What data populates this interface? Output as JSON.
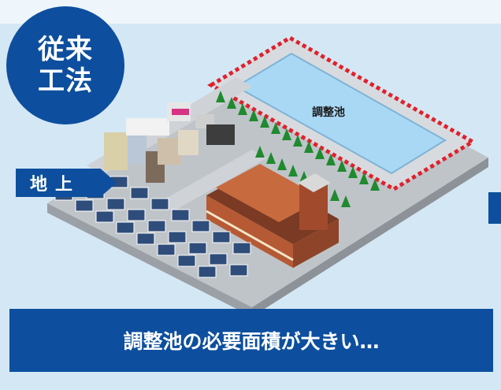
{
  "badge": {
    "line1": "従来",
    "line2": "工法"
  },
  "ground_label": "地上",
  "pond_label": "調整池",
  "banner_text": "調整池の必要面積が大きい…",
  "colors": {
    "navy": "#0d4f9e",
    "pond": "#a9d8f5",
    "dotted_border": "#e0212b",
    "tree": "#1f8a2e"
  }
}
